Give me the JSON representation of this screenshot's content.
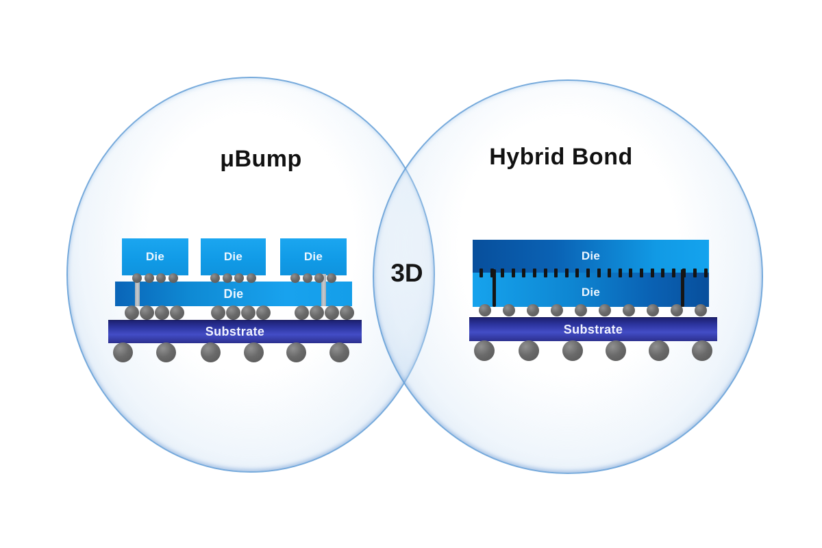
{
  "colors": {
    "circle_border": "#609cd6",
    "die_bright_blue": "#14a0ec",
    "die_dark_blue": "#084f9c",
    "substrate_indigo": "#3a43c0",
    "bump_gray": "#6a6a6a",
    "tsv_light_gray": "#bcc0c5",
    "tsv_dark": "#161616",
    "title_text": "#111111",
    "die_label_text": "#eef7ff"
  },
  "center": {
    "label": "3D"
  },
  "left": {
    "title": "μBump",
    "top_dies": [
      {
        "label": "Die"
      },
      {
        "label": "Die"
      },
      {
        "label": "Die"
      }
    ],
    "interposer_label": "Die",
    "substrate_label": "Substrate",
    "structure": {
      "top_die_count": 3,
      "micro_bumps_per_die": 4,
      "big_bump_groups": 3,
      "big_bumps_per_group": 4,
      "through_vias": 2,
      "solder_balls": 6
    }
  },
  "right": {
    "title": "Hybrid Bond",
    "top_die_label": "Die",
    "bottom_die_label": "Die",
    "substrate_label": "Substrate",
    "structure": {
      "bond_pad_dashes": 22,
      "through_vias": 2,
      "bumps": 10,
      "solder_balls": 6
    }
  }
}
